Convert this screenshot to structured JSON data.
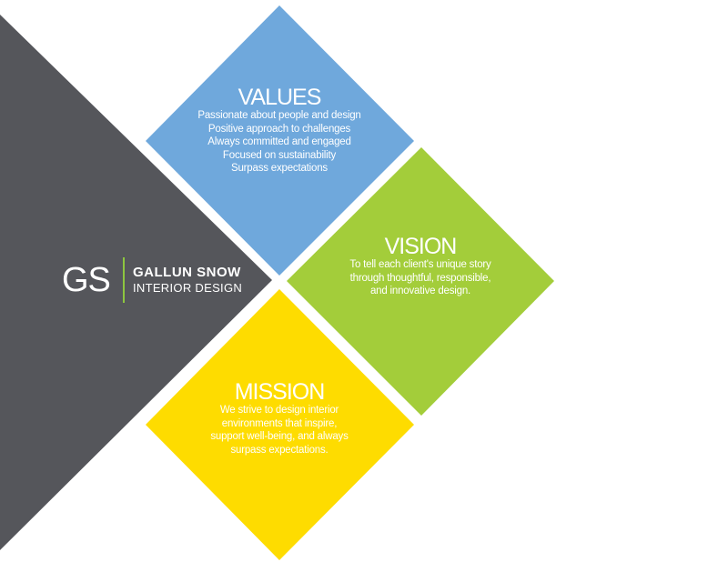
{
  "colors": {
    "gray": "#55565b",
    "blue": "#6fa8dc",
    "green": "#a3cd3a",
    "yellow": "#fedc00",
    "accent": "#8dc63f"
  },
  "logo": {
    "monogram": "GS",
    "name": "GALLUN SNOW",
    "subtitle": "INTERIOR DESIGN"
  },
  "values": {
    "title": "VALUES",
    "lines": [
      "Passionate about people and design",
      "Positive approach to challenges",
      "Always committed and engaged",
      "Focused on sustainability",
      "Surpass expectations"
    ]
  },
  "vision": {
    "title": "VISION",
    "lines": [
      "To tell each client's unique story",
      "through thoughtful, responsible,",
      "and innovative design."
    ]
  },
  "mission": {
    "title": "MISSION",
    "lines": [
      "We strive to design interior",
      "environments that inspire,",
      "support well-being, and always",
      "surpass expectations."
    ]
  }
}
